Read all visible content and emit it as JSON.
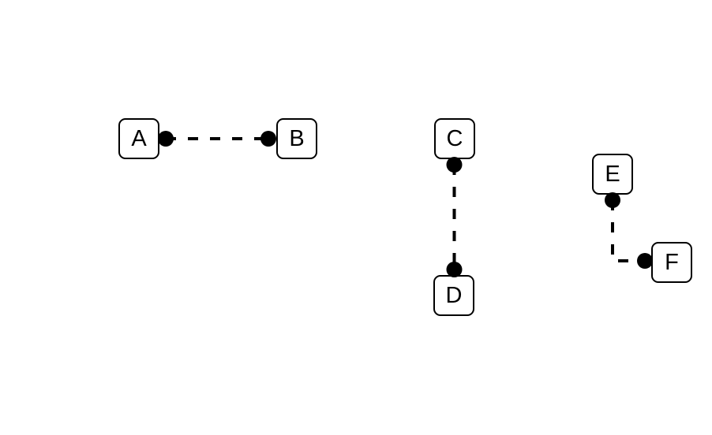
{
  "diagram": {
    "background_color": "#ffffff",
    "node_fill_color": "#ffffff",
    "line_color": "#000000",
    "text_color": "#000000",
    "nodes": [
      {
        "id": "A",
        "label": "A"
      },
      {
        "id": "B",
        "label": "B"
      },
      {
        "id": "C",
        "label": "C"
      },
      {
        "id": "D",
        "label": "D"
      },
      {
        "id": "E",
        "label": "E"
      },
      {
        "id": "F",
        "label": "F"
      }
    ],
    "edges": [
      {
        "from": "A",
        "to": "B",
        "line_style": "dashed",
        "route": "straight-horizontal",
        "endpoints": "filled-circle-both-ends"
      },
      {
        "from": "C",
        "to": "D",
        "line_style": "dashed",
        "route": "straight-vertical",
        "endpoints": "filled-circle-both-ends"
      },
      {
        "from": "E",
        "to": "F",
        "line_style": "dashed",
        "route": "elbow-down-right",
        "endpoints": "filled-circle-both-ends"
      }
    ]
  }
}
